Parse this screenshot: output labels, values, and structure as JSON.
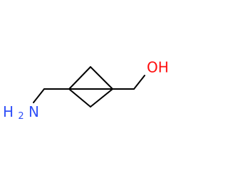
{
  "molecule": {
    "labels": {
      "oh": {
        "text": "OH",
        "color": "#ff0d0d"
      },
      "nh2": {
        "H": "H",
        "N": "N",
        "sub": "2",
        "color": "#3050f8"
      }
    }
  }
}
